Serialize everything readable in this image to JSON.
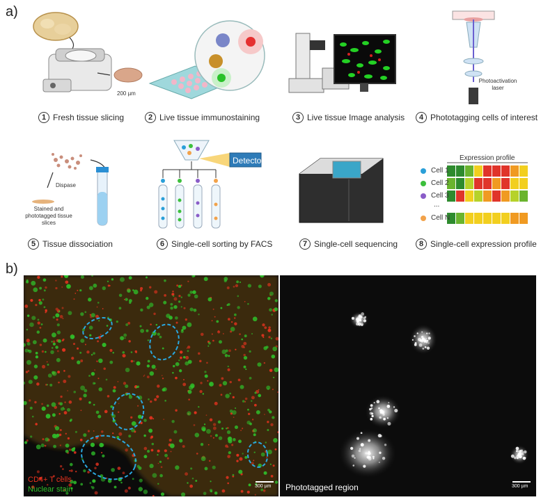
{
  "panel_a_label": "a)",
  "panel_b_label": "b)",
  "steps": [
    {
      "num": "1",
      "label": "Fresh tissue slicing"
    },
    {
      "num": "2",
      "label": "Live tissue immunostaining"
    },
    {
      "num": "3",
      "label": "Live tissue Image analysis"
    },
    {
      "num": "4",
      "label": "Phototagging cells of interest"
    },
    {
      "num": "5",
      "label": "Tissue dissociation"
    },
    {
      "num": "6",
      "label": "Single-cell sorting by FACS"
    },
    {
      "num": "7",
      "label": "Single-cell sequencing"
    },
    {
      "num": "8",
      "label": "Single-cell expression profile"
    }
  ],
  "annotations": {
    "thickness": "200 µm",
    "laser": "Photoactivation laser",
    "dispase": "Dispase",
    "slices": "Stained and phototagged tissue slices",
    "detector": "Detector",
    "expression_title": "Expression profile",
    "cells": [
      "Cell 1",
      "Cell 2",
      "Cell 3",
      "...",
      "Cell N"
    ]
  },
  "panel_b": {
    "legend_red": "CD4+ T cells",
    "legend_green": "Nuclear stain",
    "right_label": "Phototagged region",
    "scale_left": "300 µm",
    "scale_right": "300 µm"
  },
  "colors": {
    "red_stain": "#e8331f",
    "green_stain": "#2fbf2a",
    "ellipse": "#2aa8e0",
    "heat_green": "#2e8b2e",
    "heat_red": "#e0342a",
    "heat_yellow": "#f2cf1f"
  }
}
